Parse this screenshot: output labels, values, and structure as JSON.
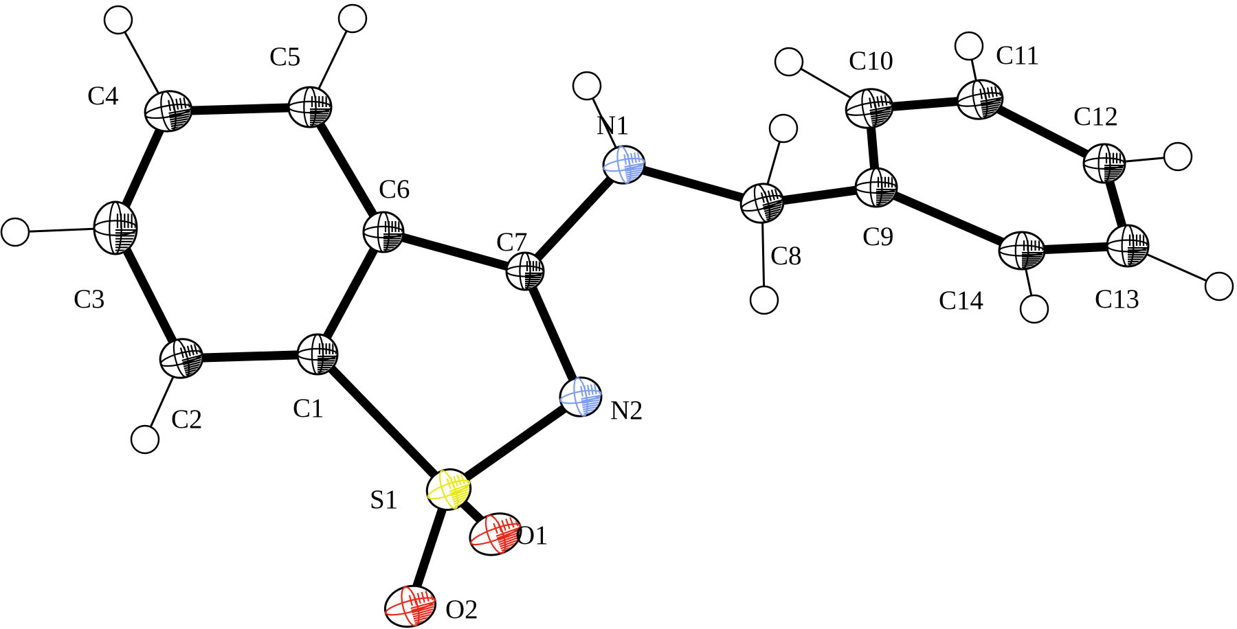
{
  "atoms": [
    {
      "id": "C1",
      "label": "C1",
      "color": "#000000"
    },
    {
      "id": "C2",
      "label": "C2",
      "color": "#000000"
    },
    {
      "id": "C3",
      "label": "C3",
      "color": "#000000"
    },
    {
      "id": "C4",
      "label": "C4",
      "color": "#000000"
    },
    {
      "id": "C5",
      "label": "C5",
      "color": "#000000"
    },
    {
      "id": "C6",
      "label": "C6",
      "color": "#000000"
    },
    {
      "id": "C7",
      "label": "C7",
      "color": "#000000"
    },
    {
      "id": "C8",
      "label": "C8",
      "color": "#000000"
    },
    {
      "id": "C9",
      "label": "C9",
      "color": "#000000"
    },
    {
      "id": "C10",
      "label": "C10",
      "color": "#000000"
    },
    {
      "id": "C11",
      "label": "C11",
      "color": "#000000"
    },
    {
      "id": "C12",
      "label": "C12",
      "color": "#000000"
    },
    {
      "id": "C13",
      "label": "C13",
      "color": "#000000"
    },
    {
      "id": "C14",
      "label": "C14",
      "color": "#000000"
    },
    {
      "id": "N1",
      "label": "N1",
      "color": "#7f9ef0"
    },
    {
      "id": "N2",
      "label": "N2",
      "color": "#7f9ef0"
    },
    {
      "id": "S1",
      "label": "S1",
      "color": "#e8e81a"
    },
    {
      "id": "O1",
      "label": "O1",
      "color": "#e8281a"
    },
    {
      "id": "O2",
      "label": "O2",
      "color": "#e8281a"
    }
  ],
  "bonds": [
    [
      "C1",
      "C2"
    ],
    [
      "C2",
      "C3"
    ],
    [
      "C3",
      "C4"
    ],
    [
      "C4",
      "C5"
    ],
    [
      "C5",
      "C6"
    ],
    [
      "C6",
      "C1"
    ],
    [
      "C6",
      "C7"
    ],
    [
      "C7",
      "N2"
    ],
    [
      "N2",
      "S1"
    ],
    [
      "S1",
      "C1"
    ],
    [
      "S1",
      "O1"
    ],
    [
      "S1",
      "O2"
    ],
    [
      "C7",
      "N1"
    ],
    [
      "N1",
      "C8"
    ],
    [
      "C8",
      "C9"
    ],
    [
      "C9",
      "C10"
    ],
    [
      "C10",
      "C11"
    ],
    [
      "C11",
      "C12"
    ],
    [
      "C12",
      "C13"
    ],
    [
      "C13",
      "C14"
    ],
    [
      "C14",
      "C9"
    ]
  ],
  "hydrogen_parents": [
    "C2",
    "C3",
    "C4",
    "C5",
    "N1",
    "C8",
    "C8",
    "C10",
    "C11",
    "C12",
    "C13",
    "C14"
  ]
}
